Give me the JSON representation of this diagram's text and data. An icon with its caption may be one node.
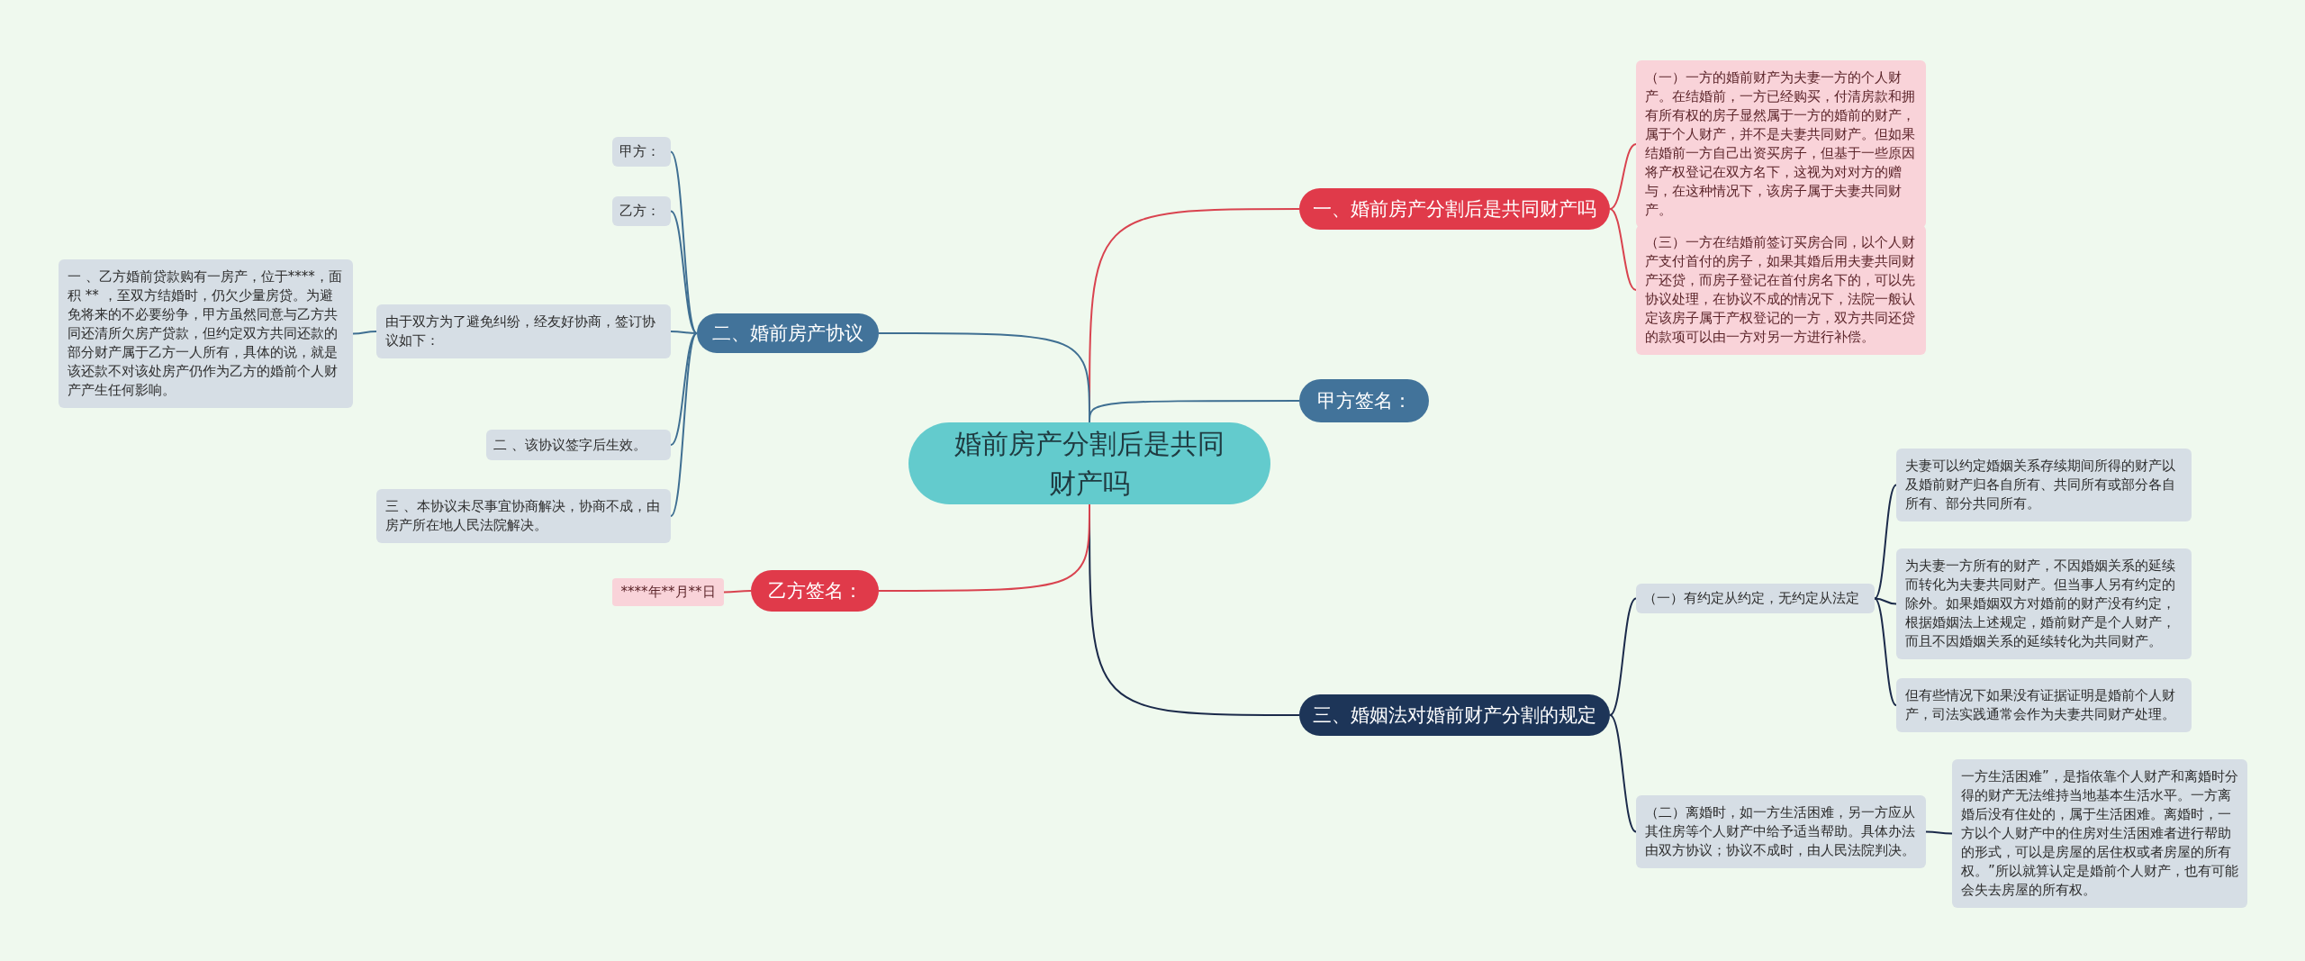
{
  "diagram": {
    "nodes": [
      {
        "text": [
          "婚前房产分割后是共同财产吗"
        ]
      },
      {
        "text": [
          "一、婚前房产分割后是共同财产吗"
        ]
      },
      {
        "text": [
          "（一）一方的婚前财产为夫妻一方的个人财产。在结婚前，一方已经购买，付清房款和拥有所有权的房子显然属于一方的婚前的财产，属于个人财产，并不是夫妻共同财产。但如果结婚前一方自己出资买房子，但基于一些原因将产权登记在双方名下，这视为对对方的赠与，在这种情况下，该房子属于夫妻共同财产。"
        ]
      },
      {
        "text": [
          "（三）一方在结婚前签订买房合同，以个人财产支付首付的房子，如果其婚后用夫妻共同财产还贷，而房子登记在首付房名下的，可以先协议处理，在协议不成的情况下，法院一般认定该房子属于产权登记的一方，双方共同还贷的款项可以由一方对另一方进行补偿。"
        ]
      },
      {
        "text": [
          "甲方签名："
        ]
      },
      {
        "text": [
          "三、婚姻法对婚前财产分割的规定"
        ]
      },
      {
        "text": [
          "（一）有约定从约定，无约定从法定"
        ]
      },
      {
        "text": [
          "夫妻可以约定婚姻关系存续期间所得的财产以及婚前财产归各自所有、共同所有或部分各自所有、部分共同所有。"
        ]
      },
      {
        "text": [
          "为夫妻一方所有的财产，不因婚姻关系的延续而转化为夫妻共同财产。但当事人另有约定的除外。如果婚姻双方对婚前的财产没有约定，根据婚姻法上述规定，婚前财产是个人财产，而且不因婚姻关系的延续转化为共同财产。"
        ]
      },
      {
        "text": [
          "但有些情况下如果没有证据证明是婚前个人财产，司法实践通常会作为夫妻共同财产处理。"
        ]
      },
      {
        "text": [
          "（二）离婚时，如一方生活困难，另一方应从其住房等个人财产中给予适当帮助。具体办法由双方协议；协议不成时，由人民法院判决。"
        ]
      },
      {
        "text": [
          "一方生活困难”，是指依靠个人财产和离婚时分得的财产无法维持当地基本生活水平。一方离婚后没有住处的，属于生活困难。离婚时，一方以个人财产中的住房对生活困难者进行帮助的形式，可以是房屋的居住权或者房屋的所有权。”所以就算认定是婚前个人财产，也有可能会失去房屋的所有权。"
        ]
      },
      {
        "text": [
          "二、婚前房产协议"
        ]
      },
      {
        "text": [
          "甲方："
        ]
      },
      {
        "text": [
          "乙方："
        ]
      },
      {
        "text": [
          "由于双方为了避免纠纷，经友好协商，签订协议如下："
        ]
      },
      {
        "text": [
          "一 、乙方婚前贷款购有一房产，位于****，面积 ** ，至双方结婚时，仍欠少量房贷。为避免将来的不必要纷争，甲方虽然同意与乙方共同还清所欠房产贷款，但约定双方共同还款的部分财产属于乙方一人所有，具体的说，就是该还款不对该处房产仍作为乙方的婚前个人财产产生任何影响。"
        ]
      },
      {
        "text": [
          "二 、该协议签字后生效。"
        ]
      },
      {
        "text": [
          "三 、本协议未尽事宜协商解决，协商不成，由房产所在地人民法院解决。"
        ]
      },
      {
        "text": [
          "乙方签名："
        ]
      },
      {
        "text": [
          "****年**月**日"
        ]
      }
    ],
    "edges": [
      {
        "from": 0,
        "to": 1,
        "arrow": "none",
        "color": "#d9434f"
      },
      {
        "from": 1,
        "to": 2,
        "arrow": "none",
        "color": "#d9434f"
      },
      {
        "from": 1,
        "to": 3,
        "arrow": "none",
        "color": "#d9434f"
      },
      {
        "from": 0,
        "to": 4,
        "arrow": "none"
      },
      {
        "from": 0,
        "to": 5,
        "arrow": "none",
        "color": "#1b2a4a"
      },
      {
        "from": 5,
        "to": 6,
        "arrow": "none",
        "color": "#1b2a4a"
      },
      {
        "from": 6,
        "to": 7,
        "arrow": "none",
        "color": "#1b2a4a"
      },
      {
        "from": 6,
        "to": 8,
        "arrow": "none",
        "color": "#1b2a4a"
      },
      {
        "from": 6,
        "to": 9,
        "arrow": "none",
        "color": "#1b2a4a"
      },
      {
        "from": 5,
        "to": 10,
        "arrow": "none",
        "color": "#1b2a4a"
      },
      {
        "from": 10,
        "to": 11,
        "arrow": "none",
        "color": "#1b2a4a"
      },
      {
        "from": 0,
        "to": 12,
        "arrow": "none"
      },
      {
        "from": 12,
        "to": 13,
        "arrow": "none"
      },
      {
        "from": 12,
        "to": 14,
        "arrow": "none"
      },
      {
        "from": 12,
        "to": 15,
        "arrow": "none"
      },
      {
        "from": 15,
        "to": 16,
        "arrow": "none"
      },
      {
        "from": 12,
        "to": 17,
        "arrow": "none"
      },
      {
        "from": 12,
        "to": 18,
        "arrow": "none"
      },
      {
        "from": 0,
        "to": 19,
        "arrow": "none",
        "color": "#d9434f"
      },
      {
        "from": 19,
        "to": 20,
        "arrow": "none",
        "color": "#d9434f"
      }
    ]
  }
}
